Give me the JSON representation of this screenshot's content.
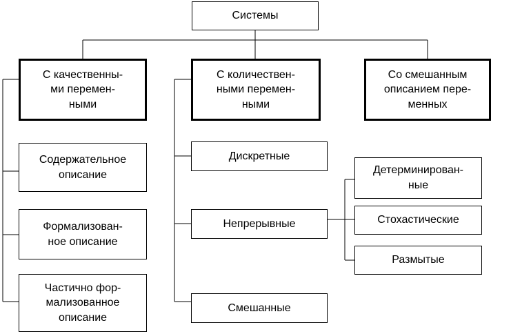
{
  "diagram": {
    "root": "Системы",
    "categories": {
      "qualitative": "С качественны-\nми перемен-\nными",
      "quantitative": "С количествен-\nными перемен-\nными",
      "mixed": "Со смешанным\nописанием пере-\nменных"
    },
    "qualitative_children": {
      "meaningful": "Содержательное\nописание",
      "formalized": "Формализован-\nное описание",
      "partial": "Частично фор-\nмализованное\nописание"
    },
    "quantitative_children": {
      "discrete": "Дискретные",
      "continuous": "Непрерывные",
      "mixed": "Смешанные"
    },
    "continuous_children": {
      "deterministic": "Детерминирован-\nные",
      "stochastic": "Стохастические",
      "fuzzy": "Размытые"
    }
  }
}
